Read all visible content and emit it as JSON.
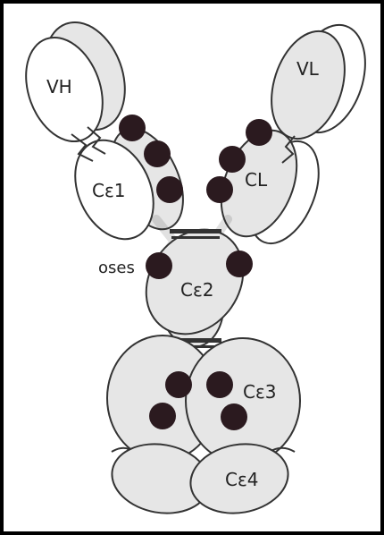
{
  "labels": {
    "vh": "VH",
    "vl": "VL",
    "ce1": "Cε1",
    "cl": "CL",
    "ce2": "Cε2",
    "ce3": "Cε3",
    "ce4": "Cε4",
    "oses": "oses"
  },
  "colors": {
    "frame": "#000000",
    "domain_fill": "#e6e6e6",
    "domain_fill_light": "#ffffff",
    "domain_stroke": "#333333",
    "glycan": "#2b1a1f",
    "disulfide": "#333333"
  }
}
